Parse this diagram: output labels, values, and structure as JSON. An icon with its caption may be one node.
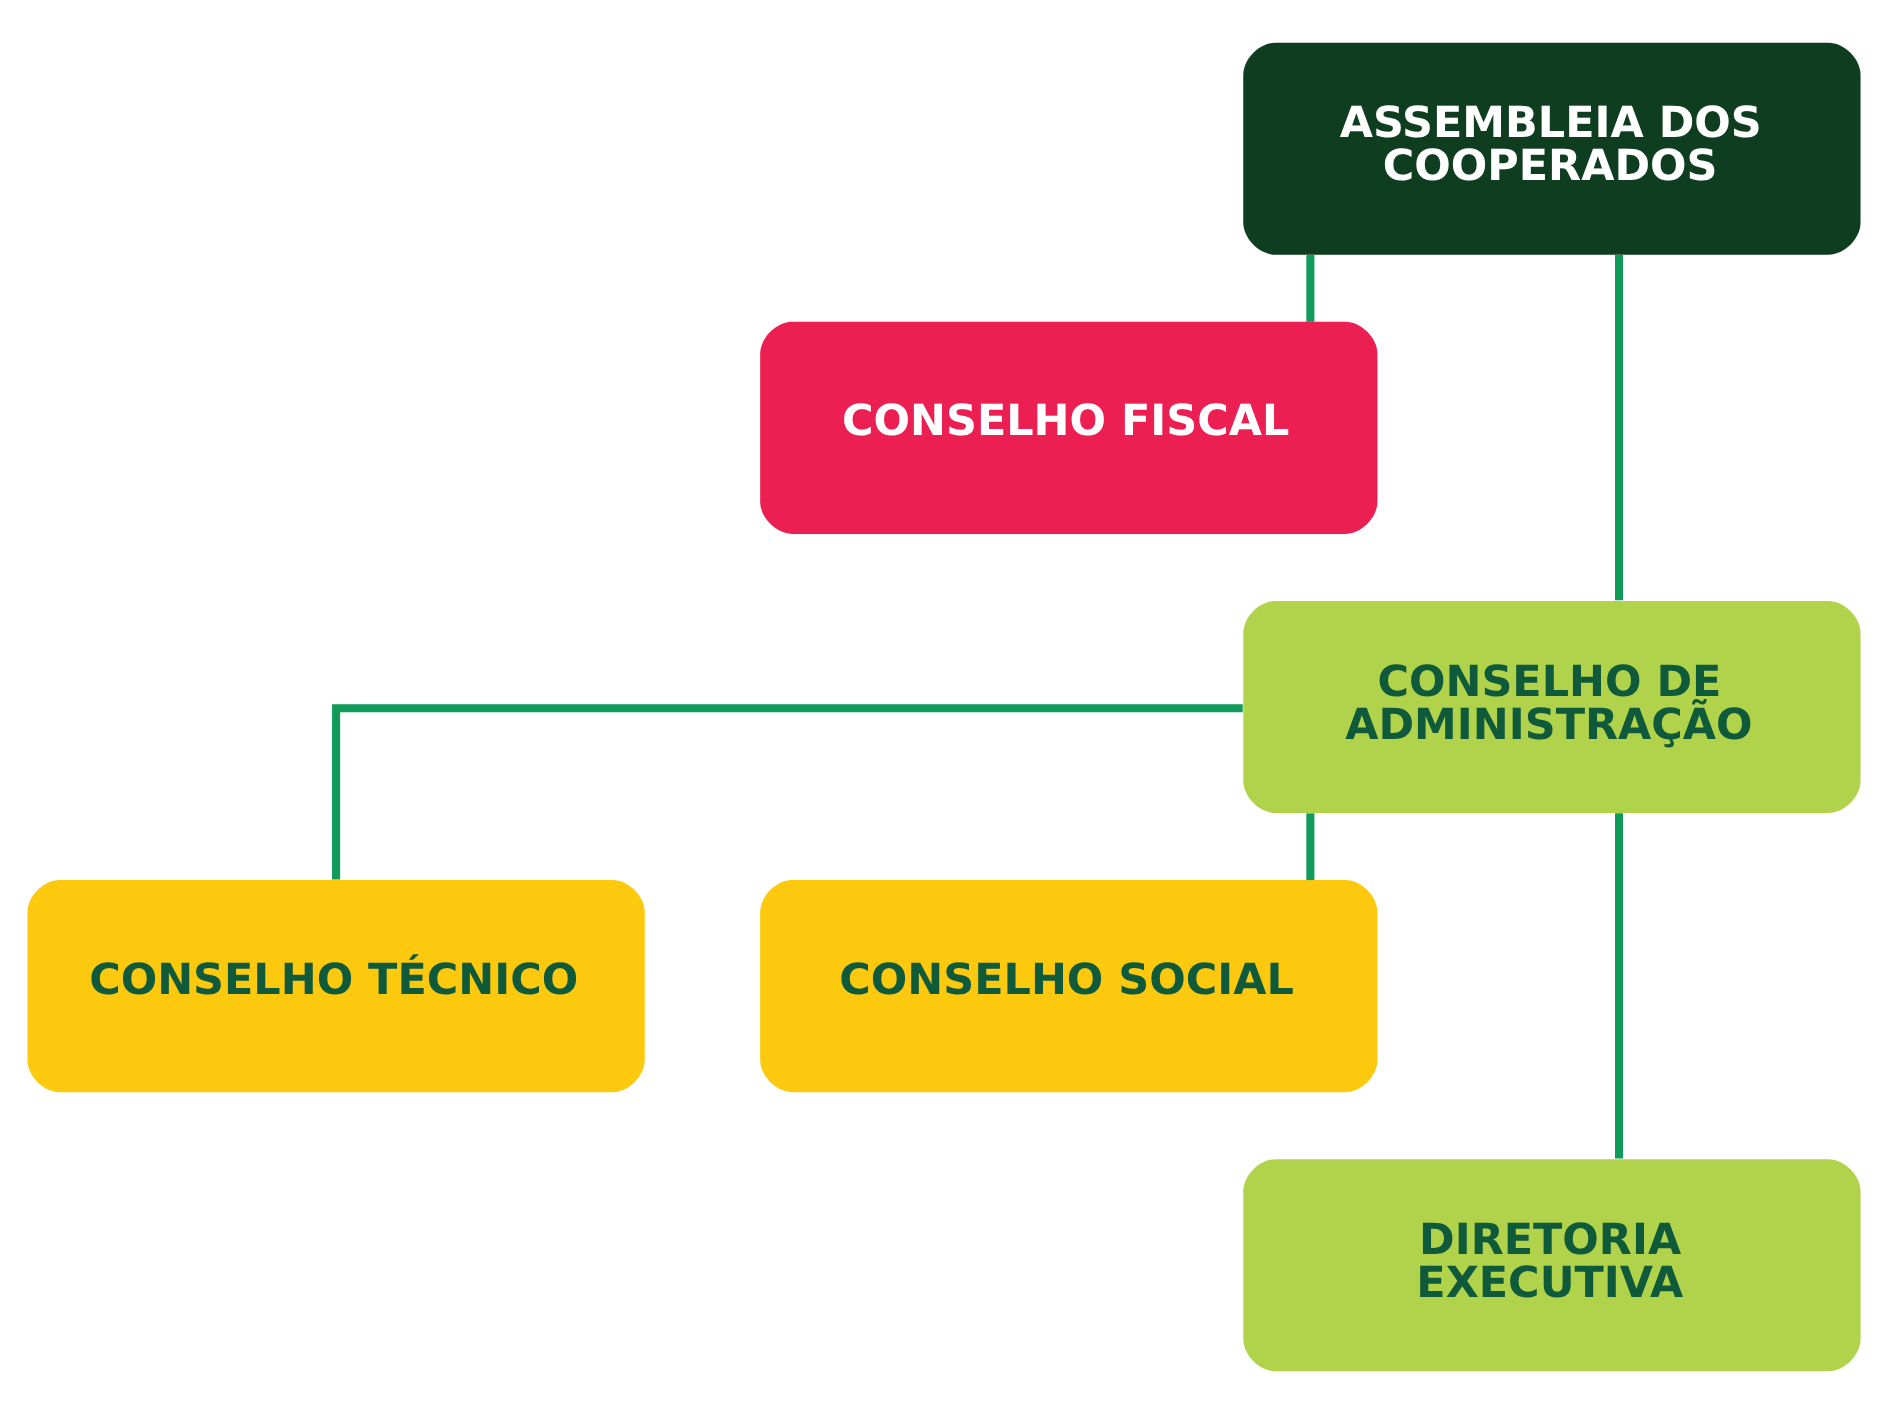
{
  "diagram": {
    "nodes": [
      {
        "text": [
          "ASSEMBLEIA DOS COOPERADOS"
        ]
      },
      {
        "text": [
          "CONSELHO FISCAL"
        ]
      },
      {
        "text": [
          "CONSELHO DE ADMINISTRAÇÃO"
        ]
      },
      {
        "text": [
          "CONSELHO TÉCNICO"
        ]
      },
      {
        "text": [
          "CONSELHO SOCIAL"
        ]
      },
      {
        "text": [
          "DIRETORIA EXECUTIVA"
        ]
      }
    ],
    "edges": [
      {
        "from": 0,
        "to": 1,
        "arrow": "none"
      },
      {
        "from": 0,
        "to": 2,
        "arrow": "none"
      },
      {
        "from": 2,
        "to": 3,
        "arrow": "none"
      },
      {
        "from": 2,
        "to": 4,
        "arrow": "none"
      },
      {
        "from": 2,
        "to": 5,
        "arrow": "none"
      }
    ]
  }
}
